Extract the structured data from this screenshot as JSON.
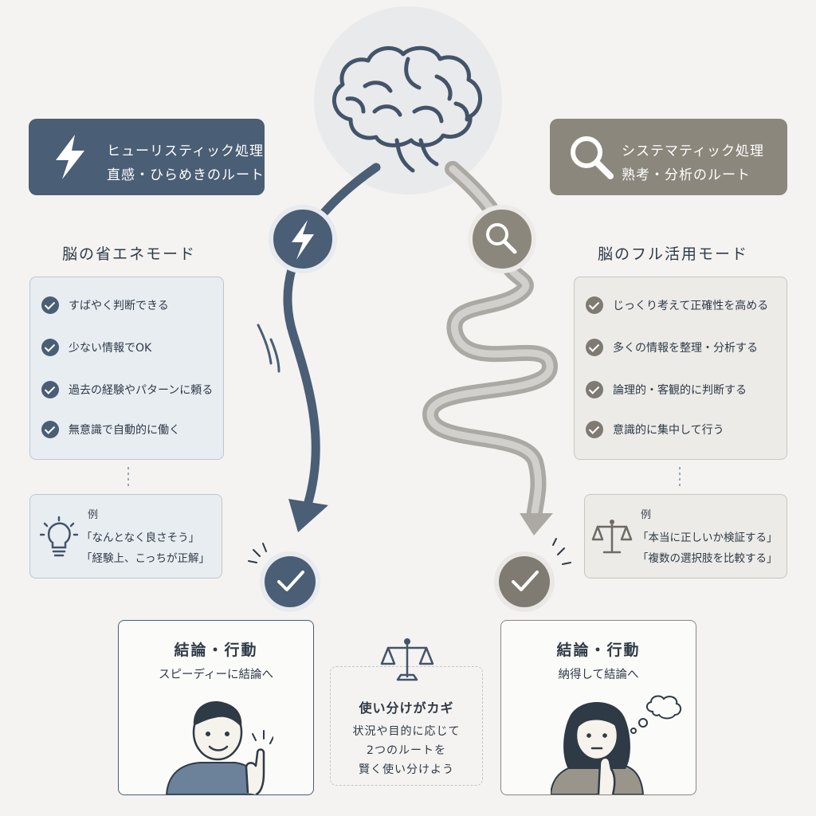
{
  "left": {
    "header": {
      "title": "ヒューリスティック処理",
      "subtitle": "直感・ひらめきのルート",
      "icon": "lightning-icon",
      "color": "#4a5e75"
    },
    "mode_title": "脳の省エネモード",
    "items": [
      "すばやく判断できる",
      "少ない情報でOK",
      "過去の経験やパターンに頼る",
      "無意識で自動的に働く"
    ],
    "example": {
      "label": "例",
      "quotes": [
        "「なんとなく良さそう」",
        "「経験上、こっちが正解」"
      ],
      "icon": "lightbulb-icon"
    },
    "result": {
      "title": "結論・行動",
      "subtitle": "スピーディーに結論へ"
    }
  },
  "right": {
    "header": {
      "title": "システマティック処理",
      "subtitle": "熟考・分析のルート",
      "icon": "magnifier-icon",
      "color": "#8b877d"
    },
    "mode_title": "脳のフル活用モード",
    "items": [
      "じっくり考えて正確性を高める",
      "多くの情報を整理・分析する",
      "論理的・客観的に判断する",
      "意識的に集中して行う"
    ],
    "example": {
      "label": "例",
      "quotes": [
        "「本当に正しいか検証する」",
        "「複数の選択肢を比較する」"
      ],
      "icon": "scale-icon"
    },
    "result": {
      "title": "結論・行動",
      "subtitle": "納得して結論へ"
    }
  },
  "center": {
    "icon": "brain-icon",
    "key": {
      "title": "使い分けがカギ",
      "lines": [
        "状況や目的に応じて",
        "2つのルートを",
        "賢く使い分けよう"
      ],
      "icon": "scale-icon"
    }
  }
}
